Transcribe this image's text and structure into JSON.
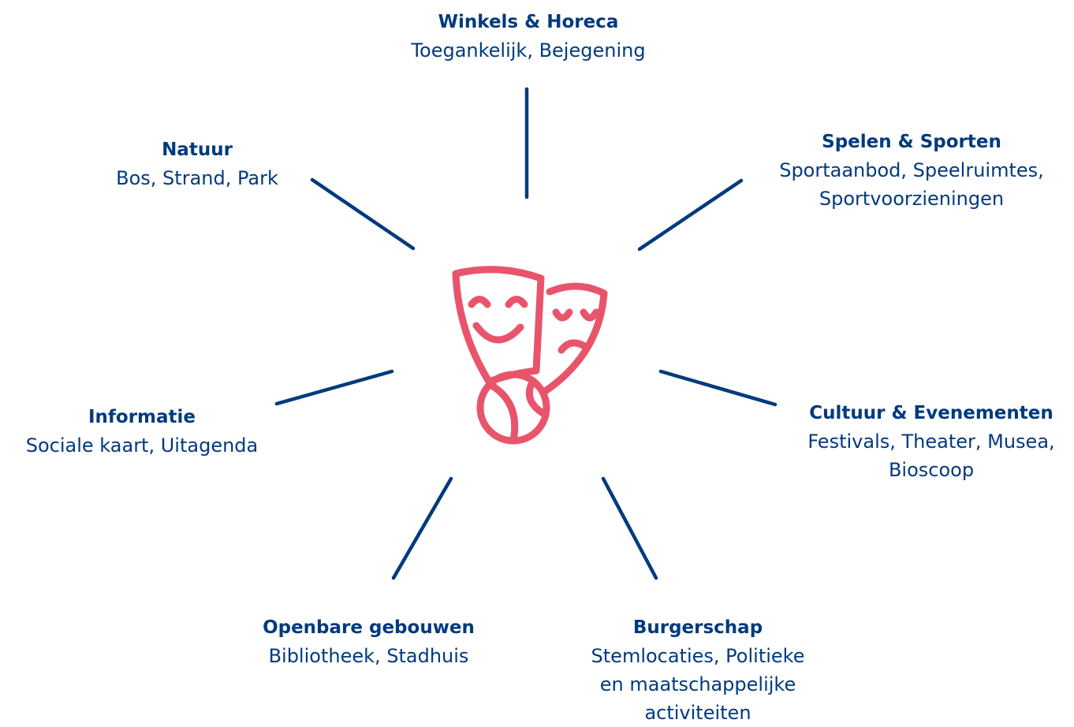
{
  "colors": {
    "primary": "#003a7d",
    "accent": "#e8546b",
    "background": "#ffffff"
  },
  "hub": {
    "icon": "theater-masks-icon"
  },
  "nodes": [
    {
      "title": "Winkels & Horeca",
      "description": [
        "Toegankelijk, Bejegening"
      ]
    },
    {
      "title": "Natuur",
      "description": [
        "Bos, Strand, Park"
      ]
    },
    {
      "title": "Spelen & Sporten",
      "description": [
        "Sportaanbod, Speelruimtes,",
        "Sportvoorzieningen"
      ]
    },
    {
      "title": "Informatie",
      "description": [
        "Sociale kaart, Uitagenda"
      ]
    },
    {
      "title": "Cultuur & Evenementen",
      "description": [
        "Festivals, Theater, Musea,",
        "Bioscoop"
      ]
    },
    {
      "title": "Openbare gebouwen",
      "description": [
        "Bibliotheek, Stadhuis"
      ]
    },
    {
      "title": "Burgerschap",
      "description": [
        "Stemlocaties, Politieke",
        "en maatschappelijke",
        "activiteiten"
      ]
    }
  ]
}
